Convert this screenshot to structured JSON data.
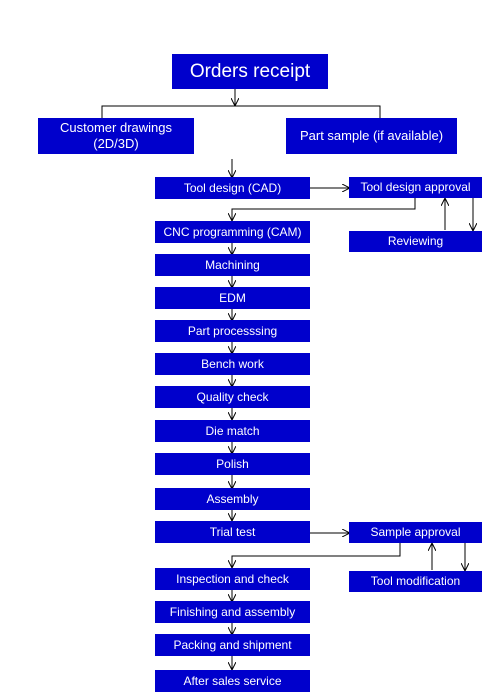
{
  "title": "Orders receipt",
  "inputs": {
    "drawings": "Customer drawings\n(2D/3D)",
    "sample": "Part sample (if available)"
  },
  "steps": [
    "Tool design (CAD)",
    "CNC programming (CAM)",
    "Machining",
    "EDM",
    "Part processsing",
    "Bench work",
    "Quality check",
    "Die match",
    "Polish",
    "Assembly",
    "Trial test",
    "Inspection and check",
    "Finishing and assembly",
    "Packing and shipment",
    "After sales service"
  ],
  "side": {
    "design_approval": "Tool design approval",
    "reviewing": "Reviewing",
    "sample_approval": "Sample approval",
    "tool_modification": "Tool modification"
  },
  "colors": {
    "box": "#0000cc",
    "text": "#ffffff",
    "line": "#000000"
  }
}
